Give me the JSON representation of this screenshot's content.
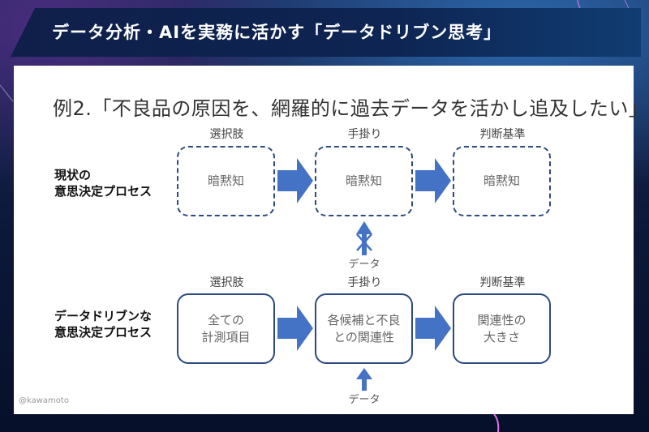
{
  "header": {
    "title": "データ分析・AIを実務に活かす「データドリブン思考」"
  },
  "slide": {
    "title": "例2.「不良品の原因を、網羅的に過去データを活かし追及したい」",
    "columns": [
      "選択肢",
      "手掛り",
      "判断基準"
    ],
    "rows": [
      {
        "label": "現状の\n意思決定プロセス",
        "style": "dashed",
        "boxes": [
          "暗黙知",
          "暗黙知",
          "暗黙知"
        ],
        "data_input": {
          "label": "データ",
          "blocked": true
        }
      },
      {
        "label": "データドリブンな\n意思決定プロセス",
        "style": "solid",
        "boxes": [
          "全ての\n計測項目",
          "各候補と不良\nとの関連性",
          "関連性の\n大きさ"
        ],
        "data_input": {
          "label": "データ",
          "blocked": false
        }
      }
    ],
    "credit": "@kawamoto"
  },
  "colors": {
    "arrow": "#4472c4",
    "box_border": "#2c4a80",
    "header_bg": "#0f1f4a"
  }
}
